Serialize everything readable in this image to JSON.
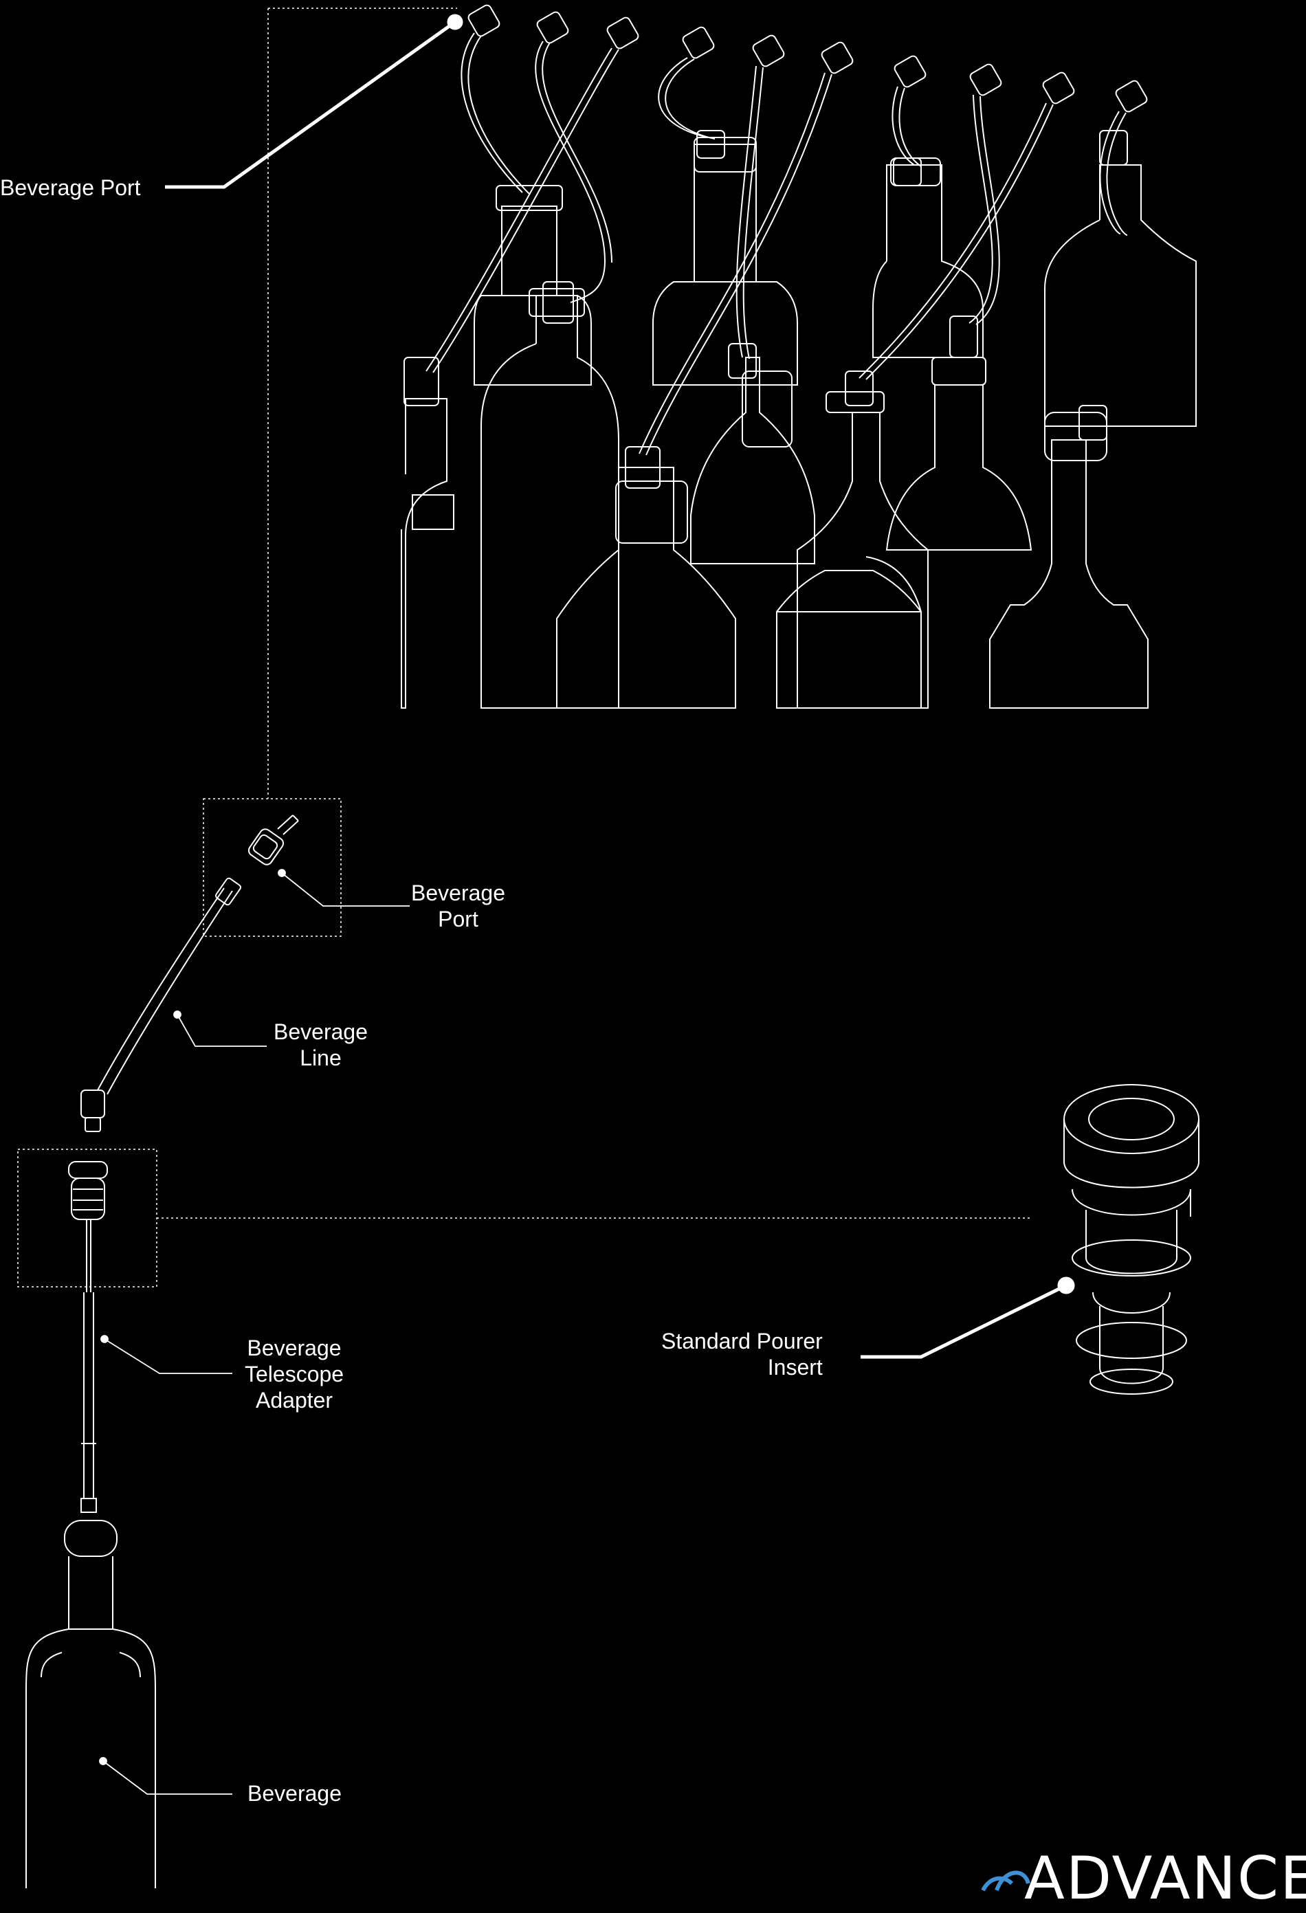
{
  "labels": {
    "beverage_port_top": "Beverage Port",
    "beverage_port": [
      "Beverage",
      "Port"
    ],
    "beverage_line": [
      "Beverage",
      "Line"
    ],
    "telescope_adapter": [
      "Beverage",
      "Telescope",
      "Adapter"
    ],
    "beverage": "Beverage",
    "pourer_insert": [
      "Standard Pourer",
      "Insert"
    ]
  },
  "logo": {
    "text": "ADVANCED",
    "accent_color": "#3d8fd6"
  },
  "colors": {
    "background": "#000000",
    "line": "#ffffff"
  }
}
